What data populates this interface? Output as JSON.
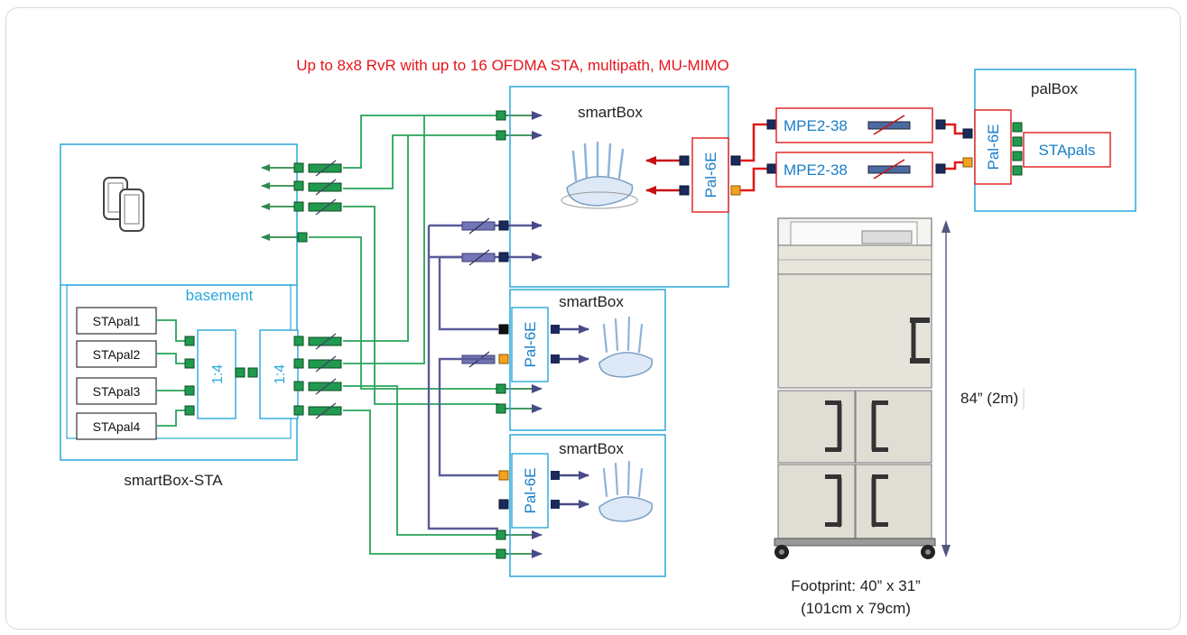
{
  "title": "Up to 8x8 RvR with up to 16 OFDMA STA, multipath, MU-MIMO",
  "smartbox_main_label": "smartBox",
  "smartbox_2_label": "smartBox",
  "smartbox_3_label": "smartBox",
  "palbox_label": "palBox",
  "basement_label": "basement",
  "smartbox_sta_label": "smartBox-STA",
  "stapals": [
    "STApal1",
    "STApal2",
    "STApal3",
    "STApal4"
  ],
  "splitter_label": "1:4",
  "pal6e_label": "Pal-6E",
  "mpe_label": "MPE2-38",
  "stapals_box_label": "STApals",
  "height_label": "84” (2m)",
  "footprint_line1": "Footprint:  40” x 31”",
  "footprint_line2": "(101cm x 79cm)",
  "colors": {
    "title": "#e8141b",
    "box_border": "#2aa8dc",
    "green_line": "#29a35a",
    "purple_line": "#5a5a9a",
    "red_line": "#e01b1b",
    "pal_text": "#1a7ec8"
  }
}
